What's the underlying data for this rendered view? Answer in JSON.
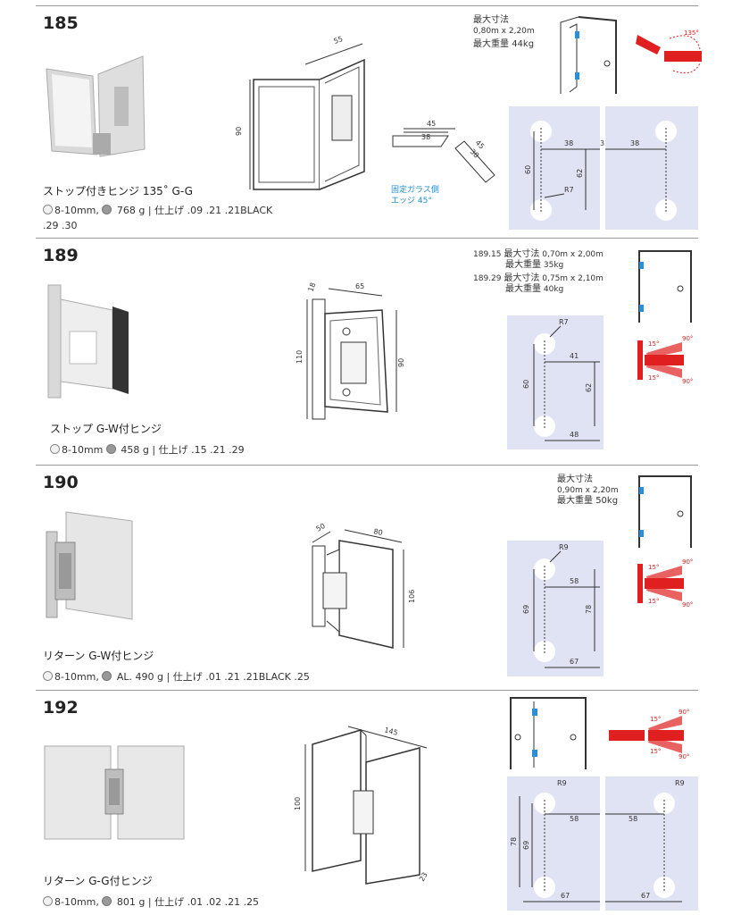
{
  "sections": [
    {
      "code": "185",
      "name": "ストップ付きヒンジ 135˚ G-G",
      "spec": {
        "thickness": "8-10mm,",
        "weight": "768 g",
        "finish_label": "仕上げ",
        "finishes": ".09 .21 .21BLACK",
        "finishes2": ".29 .30"
      },
      "size_label": "最大寸法",
      "size_value": "0,80m x 2,20m",
      "weight_label": "最大重量",
      "weight_value": "44kg",
      "angle": "135°",
      "dims": {
        "d55": "55",
        "d90": "90",
        "d45a": "45",
        "d38a": "38",
        "d45b": "45",
        "d38b": "38",
        "r7": "R7",
        "d38c": "38",
        "d3": "3",
        "d38d": "38",
        "d60": "60",
        "d62": "62"
      },
      "glass_note_1": "固定ガラス側",
      "glass_note_2": "エッジ 45°"
    },
    {
      "code": "189",
      "name": "ストップ G-W付ヒンジ",
      "spec": {
        "thickness": "8-10mm",
        "weight": "458 g",
        "finish_label": "仕上げ",
        "finishes": ".15 .21 .29"
      },
      "variants": [
        {
          "model": "189.15",
          "size_label": "最大寸法",
          "size_value": "0,70m x 2,00m",
          "weight_label": "最大重量",
          "weight_value": "35kg"
        },
        {
          "model": "189.29",
          "size_label": "最大寸法",
          "size_value": "0,75m x 2,10m",
          "weight_label": "最大重量",
          "weight_value": "40kg"
        }
      ],
      "angles": [
        "15°",
        "90°",
        "15°",
        "90°"
      ],
      "dims": {
        "d18": "18",
        "d65": "65",
        "d110": "110",
        "d90": "90",
        "r7": "R7",
        "d41": "41",
        "d60": "60",
        "d62": "62",
        "d48": "48"
      }
    },
    {
      "code": "190",
      "name": "リターン G-W付ヒンジ",
      "spec": {
        "thickness": "8-10mm,",
        "weight": "AL. 490 g",
        "finish_label": "仕上げ",
        "finishes": ".01 .21 .21BLACK .25"
      },
      "size_label": "最大寸法",
      "size_value": "0,90m x 2,20m",
      "weight_label": "最大重量",
      "weight_value": "50kg",
      "angles": [
        "15°",
        "90°",
        "15°",
        "90°"
      ],
      "dims": {
        "d50": "50",
        "d80": "80",
        "d106": "106",
        "r9": "R9",
        "d58": "58",
        "d69": "69",
        "d78": "78",
        "d67": "67"
      }
    },
    {
      "code": "192",
      "name": "リターン G-G付ヒンジ",
      "spec": {
        "thickness": "8-10mm,",
        "weight": "801 g",
        "finish_label": "仕上げ",
        "finishes": ".01 .02 .21 .25"
      },
      "angles": [
        "15°",
        "90°",
        "15°",
        "90°"
      ],
      "dims": {
        "d145": "145",
        "d100": "100",
        "d23": "23",
        "r9a": "R9",
        "r9b": "R9",
        "d58a": "58",
        "d58b": "58",
        "d78": "78",
        "d69": "69",
        "d67a": "67",
        "d67b": "67"
      }
    }
  ],
  "colors": {
    "accent_red": "#e02020",
    "hinge_blue": "#2a8fd8",
    "panel": "#dfe3f3",
    "text": "#222222",
    "glass_note": "#1f8fd6"
  }
}
